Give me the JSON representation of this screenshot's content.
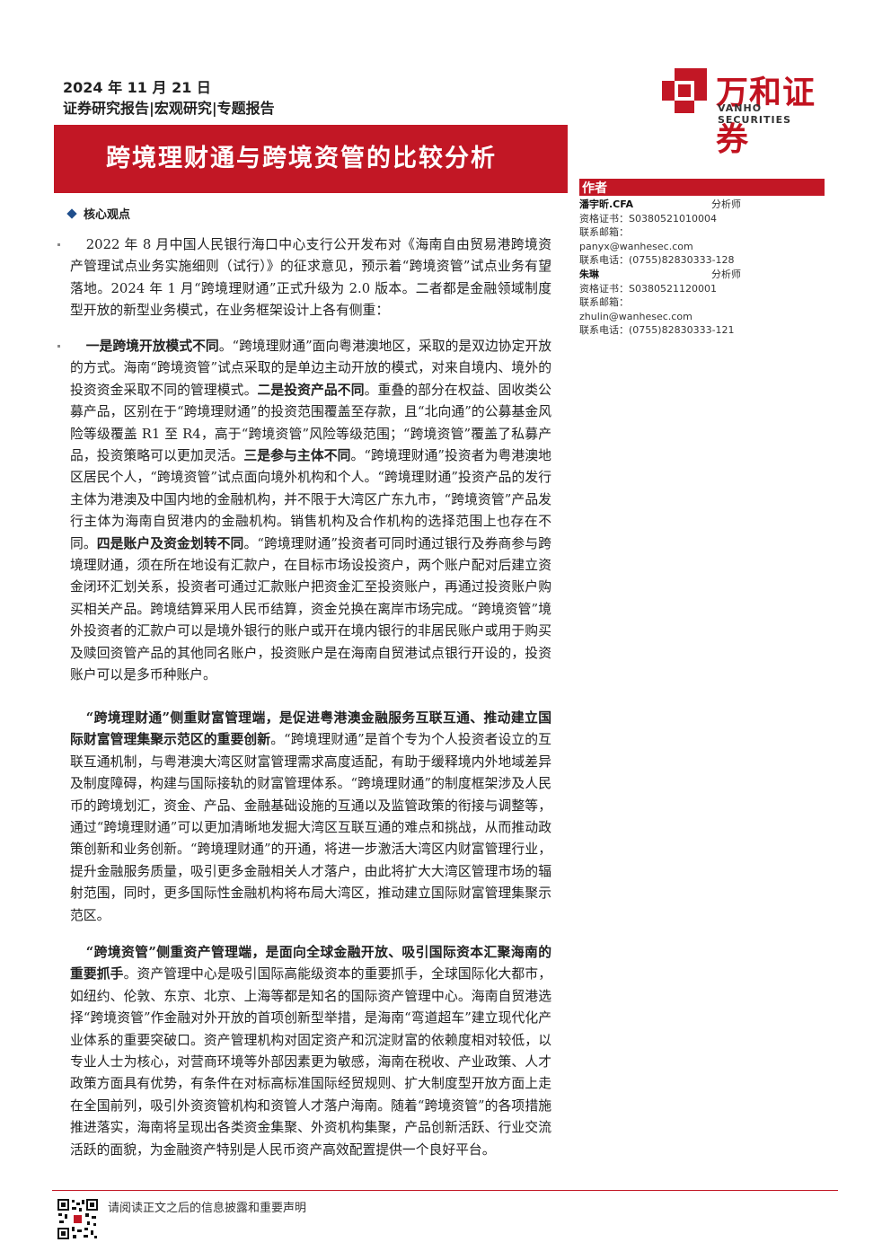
{
  "header": {
    "date": "2024 年 11 月 21 日",
    "series": "证券研究报告|宏观研究|专题报告",
    "title": "跨境理财通与跨境资管的比较分析"
  },
  "logo": {
    "name": "万和证券",
    "english": "VANHO SECURITIES",
    "brand_color": "#c21725"
  },
  "authors": {
    "label": "作者",
    "list": [
      {
        "name": "潘宇昕.CFA",
        "role": "分析师",
        "cert": "资格证书：S0380521010004",
        "email": "联系邮箱：panyx@wanhesec.com",
        "phone": "联系电话：(0755)82830333-128"
      },
      {
        "name": "朱琳",
        "role": "分析师",
        "cert": "资格证书：S0380521120001",
        "email": "联系邮箱：zhulin@wanhesec.com",
        "phone": "联系电话：(0755)82830333-121"
      }
    ]
  },
  "core": {
    "heading": "核心观点",
    "p1": "2022 年 8 月中国人民银行海口中心支行公开发布对《海南自由贸易港跨境资产管理试点业务实施细则（试行）》的征求意见，预示着“跨境资管”试点业务有望落地。2024 年 1 月“跨境理财通”正式升级为 2.0 版本。二者都是金融领域制度型开放的新型业务模式，在业务框架设计上各有侧重：",
    "p2": {
      "b1": "一是跨境开放模式不同",
      "t1": "。“跨境理财通”面向粤港澳地区，采取的是双边协定开放的方式。海南“跨境资管”试点采取的是单边主动开放的模式，对来自境内、境外的投资资金采取不同的管理模式。",
      "b2": "二是投资产品不同",
      "t2": "。重叠的部分在权益、固收类公募产品，区别在于“跨境理财通”的投资范围覆盖至存款，且“北向通”的公募基金风险等级覆盖 R1 至 R4，高于“跨境资管”风险等级范围；“跨境资管”覆盖了私募产品，投资策略可以更加灵活。",
      "b3": "三是参与主体不同",
      "t3": "。“跨境理财通”投资者为粤港澳地区居民个人，“跨境资管”试点面向境外机构和个人。“跨境理财通”投资产品的发行主体为港澳及中国内地的金融机构，并不限于大湾区广东九市，“跨境资管”产品发行主体为海南自贸港内的金融机构。销售机构及合作机构的选择范围上也存在不同。",
      "b4": "四是账户及资金划转不同",
      "t4": "。“跨境理财通”投资者可同时通过银行及券商参与跨境理财通，须在所在地设有汇款户，在目标市场设投资户，两个账户配对后建立资金闭环汇划关系，投资者可通过汇款账户把资金汇至投资账户，再通过投资账户购买相关产品。跨境结算采用人民币结算，资金兑换在离岸市场完成。“跨境资管”境外投资者的汇款户可以是境外银行的账户或开在境内银行的非居民账户或用于购买及赎回资管产品的其他同名账户，投资账户是在海南自贸港试点银行开设的，投资账户可以是多币种账户。"
    },
    "p3": {
      "b": "“跨境理财通”侧重财富管理端，是促进粤港澳金融服务互联互通、推动建立国际财富管理集聚示范区的重要创新",
      "t": "。“跨境理财通”是首个专为个人投资者设立的互联互通机制，与粤港澳大湾区财富管理需求高度适配，有助于缓释境内外地域差异及制度障碍，构建与国际接轨的财富管理体系。“跨境理财通”的制度框架涉及人民币的跨境划汇，资金、产品、金融基础设施的互通以及监管政策的衔接与调整等，通过“跨境理财通”可以更加清晰地发掘大湾区互联互通的难点和挑战，从而推动政策创新和业务创新。“跨境理财通”的开通，将进一步激活大湾区内财富管理行业，提升金融服务质量，吸引更多金融相关人才落户，由此将扩大大湾区管理市场的辐射范围，同时，更多国际性金融机构将布局大湾区，推动建立国际财富管理集聚示范区。"
    },
    "p4": {
      "b": "“跨境资管”侧重资产管理端，是面向全球金融开放、吸引国际资本汇聚海南的重要抓手",
      "t": "。资产管理中心是吸引国际高能级资本的重要抓手，全球国际化大都市，如纽约、伦敦、东京、北京、上海等都是知名的国际资产管理中心。海南自贸港选择“跨境资管”作金融对外开放的首项创新型举措，是海南“弯道超车”建立现代化产业体系的重要突破口。资产管理机构对固定资产和沉淀财富的依赖度相对较低，以专业人士为核心，对营商环境等外部因素更为敏感，海南在税收、产业政策、人才政策方面具有优势，有条件在对标高标准国际经贸规则、扩大制度型开放方面上走在全国前列，吸引外资资管机构和资管人才落户海南。随着“跨境资管”的各项措施推进落实，海南将呈现出各类资金集聚、外资机构集聚，产品创新活跃、行业交流活跃的面貌，为金融资产特别是人民币资产高效配置提供一个良好平台。"
    }
  },
  "footer": {
    "disclaimer": "请阅读正文之后的信息披露和重要声明"
  }
}
